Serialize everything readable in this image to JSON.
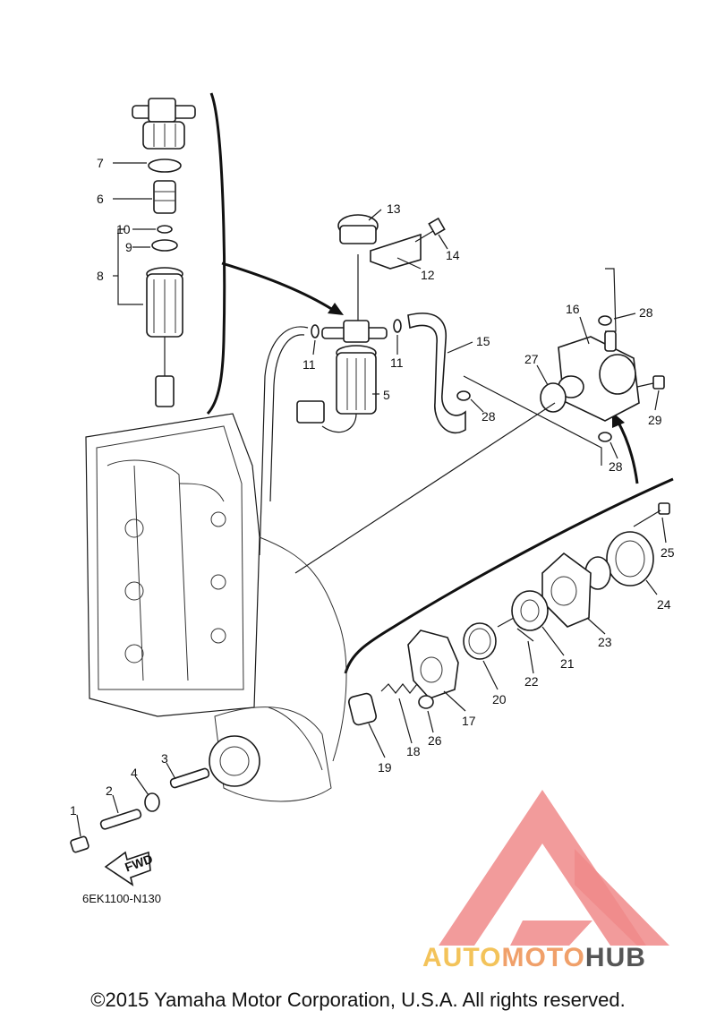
{
  "diagram": {
    "code": "6EK1100-N130",
    "copyright": "©2015 Yamaha Motor Corporation, U.S.A. All rights reserved.",
    "fwd_label": "FWD",
    "callouts": {
      "p1": "1",
      "p2": "2",
      "p3": "3",
      "p4": "4",
      "p5": "5",
      "p6": "6",
      "p7": "7",
      "p8": "8",
      "p9": "9",
      "p10": "10",
      "p11a": "11",
      "p11b": "11",
      "p12": "12",
      "p13": "13",
      "p14": "14",
      "p15": "15",
      "p16": "16",
      "p17": "17",
      "p18": "18",
      "p19": "19",
      "p20": "20",
      "p21": "21",
      "p22": "22",
      "p23": "23",
      "p24": "24",
      "p25": "25",
      "p26": "26",
      "p27": "27",
      "p28a": "28",
      "p28b": "28",
      "p28c": "28",
      "p29": "29"
    }
  },
  "watermark": {
    "brand_part1": "AUTO",
    "brand_part2": "MOTO",
    "brand_part3": "HUB",
    "colors": {
      "triangle": "#f08a8a",
      "auto": "#f3c35a",
      "moto": "#f0a06a",
      "hub": "#555555"
    }
  }
}
